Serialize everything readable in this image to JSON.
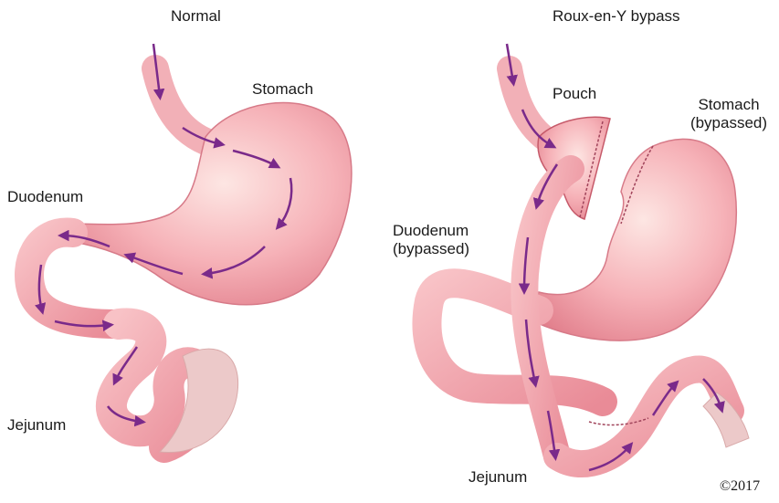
{
  "panels": {
    "normal": {
      "title": "Normal",
      "labels": {
        "stomach": "Stomach",
        "duodenum": "Duodenum",
        "jejunum": "Jejunum"
      }
    },
    "bypass": {
      "title": "Roux-en-Y bypass",
      "labels": {
        "pouch": "Pouch",
        "stomach_line1": "Stomach",
        "stomach_line2": "(bypassed)",
        "duodenum_line1": "Duodenum",
        "duodenum_line2": "(bypassed)",
        "jejunum": "Jejunum"
      }
    }
  },
  "copyright": "©2017",
  "colors": {
    "tissue": "#f2a4ae",
    "tissue_light": "#fbd6d8",
    "tissue_dark": "#d9707f",
    "outline": "#c65a6a",
    "arrow": "#7a2a8a"
  }
}
